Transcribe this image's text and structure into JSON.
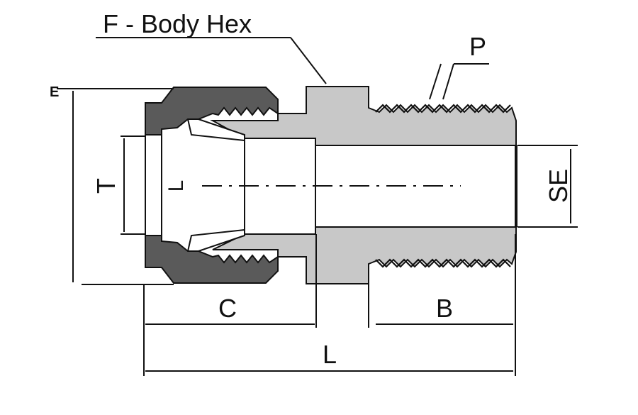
{
  "labels": {
    "body_hex": "F - Body Hex",
    "pipe_thread": "P",
    "tube_od": "T",
    "nut_hex_marker": "E",
    "bore_marker": "L",
    "dim_c": "C",
    "dim_b": "B",
    "dim_l": "L",
    "end_bore": "SE"
  },
  "colors": {
    "body_fill": "#c8c8c8",
    "nut_fill": "#5a5a5a",
    "bore_fill": "#ffffff",
    "line": "#111111"
  }
}
